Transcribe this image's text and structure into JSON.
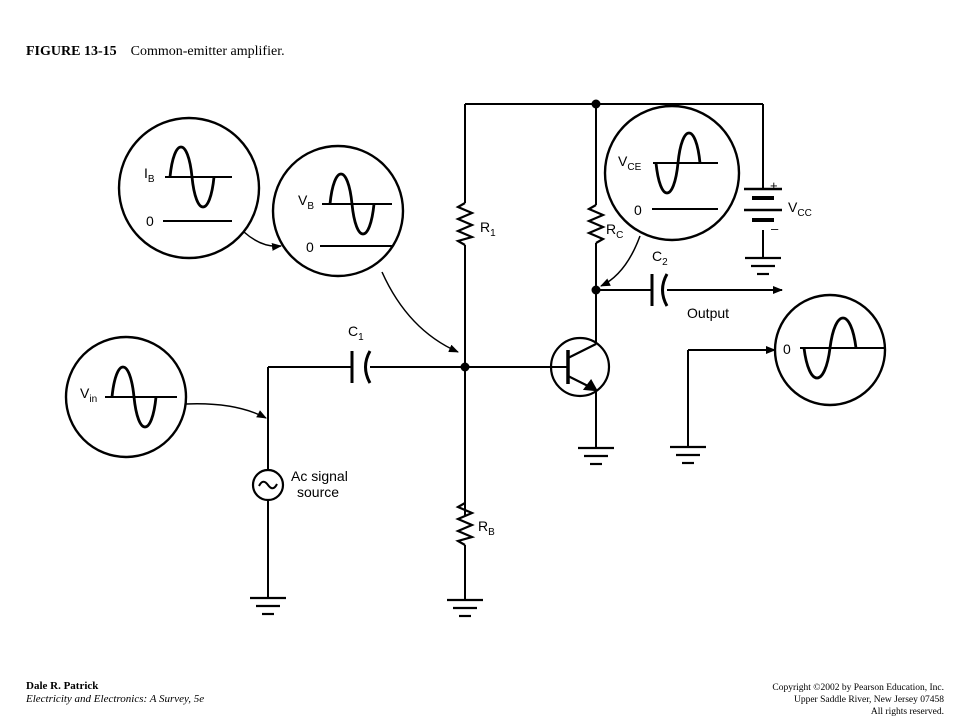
{
  "figure": {
    "number": "FIGURE 13-15",
    "caption": "Common-emitter amplifier."
  },
  "footer": {
    "author": "Dale R. Patrick",
    "book": "Electricity and Electronics: A Survey, 5e",
    "copyright_lines": [
      "Copyright ©2002 by Pearson Education, Inc.",
      "Upper Saddle River, New Jersey 07458",
      "All rights reserved."
    ]
  },
  "components": {
    "r1": {
      "main": "R",
      "sub": "1"
    },
    "rc": {
      "main": "R",
      "sub": "C"
    },
    "rb": {
      "main": "R",
      "sub": "B"
    },
    "c1": {
      "main": "C",
      "sub": "1"
    },
    "c2": {
      "main": "C",
      "sub": "2"
    },
    "vcc": {
      "main": "V",
      "sub": "CC"
    },
    "vcc_plus": "+",
    "vcc_minus": "–",
    "output": "Output",
    "source_line1": "Ac signal",
    "source_line2": "source",
    "source_symbol": "~"
  },
  "waveforms": {
    "ib": {
      "main": "I",
      "sub": "B",
      "zero": "0"
    },
    "vb": {
      "main": "V",
      "sub": "B",
      "zero": "0"
    },
    "vin": {
      "main": "V",
      "sub": "in"
    },
    "vce": {
      "main": "V",
      "sub": "CE",
      "zero": "0"
    },
    "out": {
      "zero": "0"
    }
  }
}
